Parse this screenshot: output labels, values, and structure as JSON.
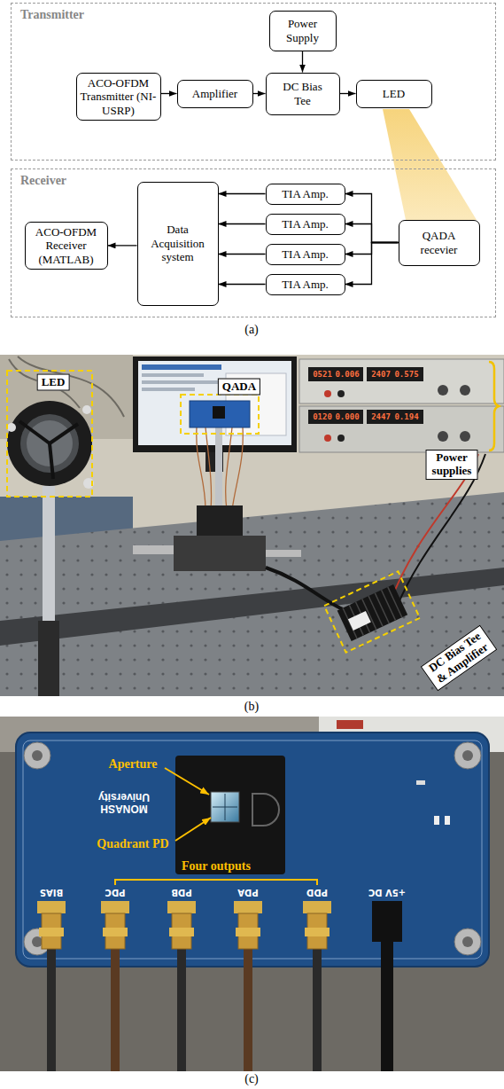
{
  "diagram": {
    "nodes": [
      {
        "text": [
          "Transmitter"
        ]
      },
      {
        "text": [
          "ACO-OFDM Transmitter (NI-USRP)"
        ],
        "in": 0
      },
      {
        "text": [
          "Amplifier"
        ],
        "in": 0
      },
      {
        "text": [
          "Power Supply"
        ],
        "in": 0
      },
      {
        "text": [
          "DC Bias Tee"
        ],
        "in": 0
      },
      {
        "text": [
          "LED"
        ],
        "in": 0
      },
      {
        "text": [
          "Receiver"
        ]
      },
      {
        "text": [
          "ACO-OFDM Receiver (MATLAB)"
        ],
        "in": 6
      },
      {
        "text": [
          "Data Acquisition system"
        ],
        "in": 6
      },
      {
        "text": [
          "TIA Amp."
        ],
        "in": 6
      },
      {
        "text": [
          "TIA Amp."
        ],
        "in": 6
      },
      {
        "text": [
          "TIA Amp."
        ],
        "in": 6
      },
      {
        "text": [
          "TIA Amp."
        ],
        "in": 6
      },
      {
        "text": [
          "QADA recevier"
        ],
        "in": 6
      }
    ],
    "edges": [
      {
        "from": 1,
        "to": 2,
        "arrow": "to"
      },
      {
        "from": 2,
        "to": 4,
        "arrow": "to"
      },
      {
        "from": 3,
        "to": 4,
        "arrow": "to"
      },
      {
        "from": 4,
        "to": 5,
        "arrow": "to"
      },
      {
        "from": 13,
        "to": 9,
        "arrow": "to"
      },
      {
        "from": 13,
        "to": 10,
        "arrow": "to"
      },
      {
        "from": 13,
        "to": 11,
        "arrow": "to"
      },
      {
        "from": 13,
        "to": 12,
        "arrow": "to"
      },
      {
        "from": 9,
        "to": 8,
        "arrow": "to"
      },
      {
        "from": 10,
        "to": 8,
        "arrow": "to"
      },
      {
        "from": 11,
        "to": 8,
        "arrow": "to"
      },
      {
        "from": 12,
        "to": 8,
        "arrow": "to"
      },
      {
        "from": 8,
        "to": 7,
        "arrow": "to"
      }
    ],
    "labels": [
      "(a)",
      "LED",
      "QADA",
      "0521",
      "0.006",
      "2407",
      "0.575",
      "0120",
      "0.000",
      "2447",
      "0.194",
      "Power supplies",
      "DC Bias Tee & Amplifier",
      "(b)",
      "Aperture",
      "Quadrant PD",
      "MONASH University",
      "Four outputs",
      "BIAS",
      "PDC",
      "PDB",
      "PDA",
      "PDD",
      "+5V DC",
      "(c)"
    ]
  }
}
